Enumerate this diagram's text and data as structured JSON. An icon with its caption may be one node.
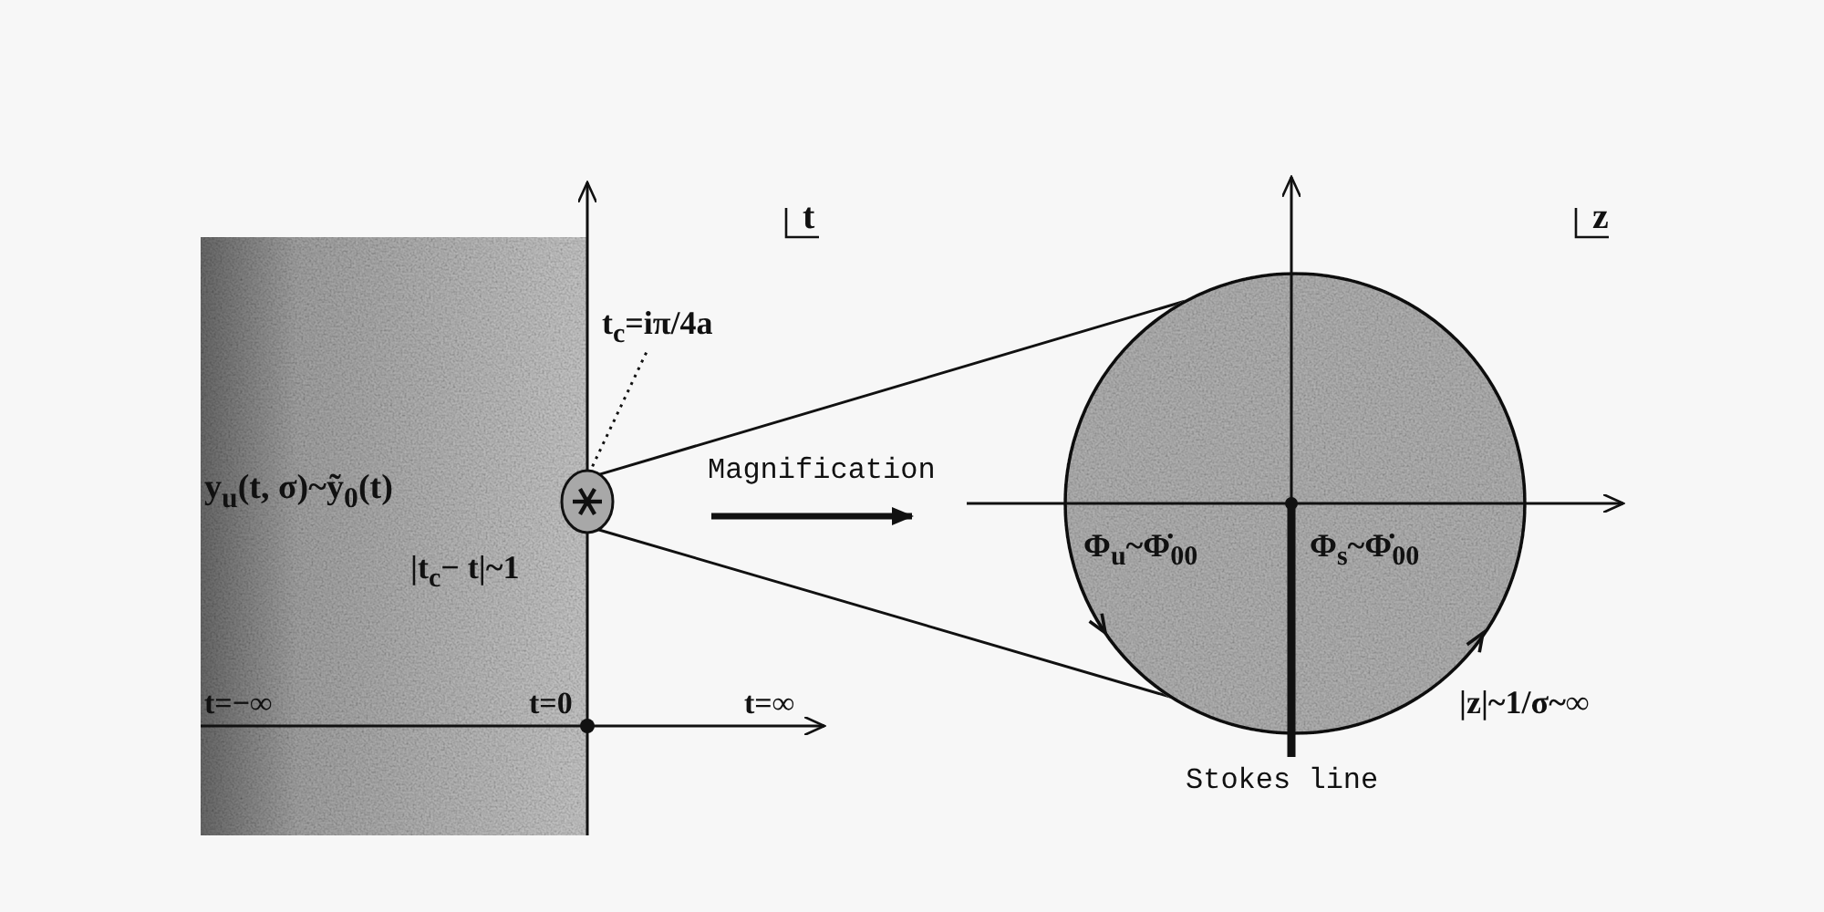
{
  "diagram": {
    "nodes": [
      {
        "text": [],
        "shape": "circle"
      },
      {
        "text": [],
        "shape": "circle"
      },
      {
        "text": [
          "t$_{c}$=iπ/4a"
        ]
      }
    ],
    "edges": [
      {
        "from": 0,
        "to": 1,
        "arrow": "none"
      },
      {
        "from": 0,
        "to": 1,
        "arrow": "none"
      },
      {
        "from": 2,
        "to": 0,
        "arrow": "none",
        "style": "dashed"
      }
    ],
    "labels": [
      "t",
      "y$_{u}$(t, σ)~ỹ$_{0}$(t)",
      "|t$_{c}$− t|~1",
      "t=−∞",
      "t=0",
      "t=∞",
      "Magnification",
      "z",
      "Φ$_{u}$~Φ̇$_{00}$",
      "Φ$_{s}$~Φ̇$_{00}$",
      "|z|~1/σ~∞",
      "Stokes line"
    ]
  }
}
